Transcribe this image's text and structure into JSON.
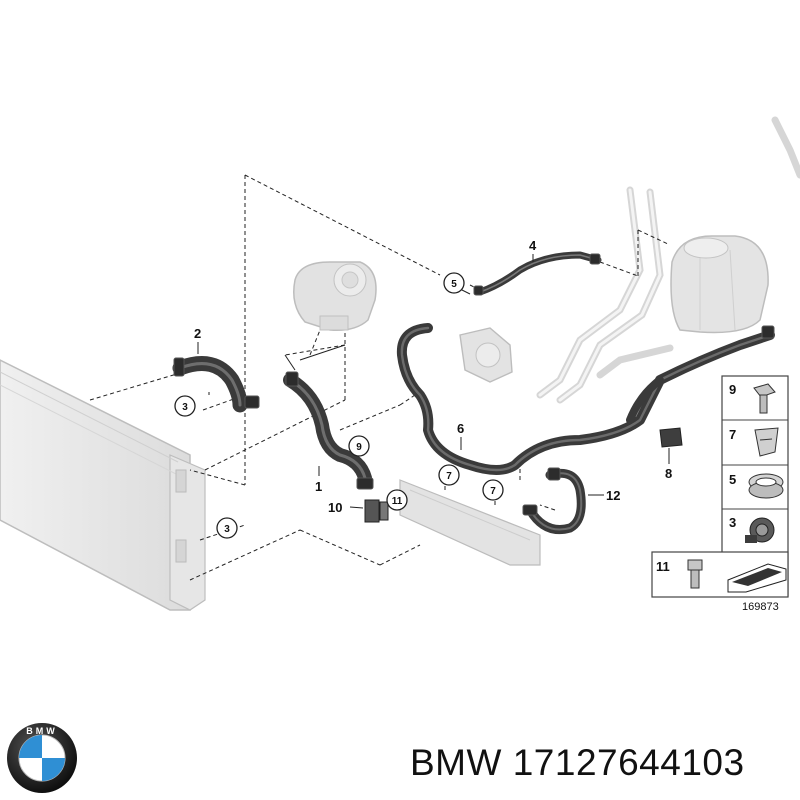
{
  "diagram": {
    "callouts_plain": [
      "1",
      "2",
      "4",
      "6",
      "8",
      "10",
      "12"
    ],
    "callouts_circled": [
      "3",
      "3",
      "5",
      "7",
      "7",
      "9",
      "11"
    ],
    "legend": [
      {
        "number": "9",
        "part": "bolt"
      },
      {
        "number": "7",
        "part": "clip"
      },
      {
        "number": "5",
        "part": "hose-clamp"
      },
      {
        "number": "3",
        "part": "quick-connector"
      },
      {
        "number": "11",
        "part": "screw"
      }
    ],
    "diagram_number": "169873"
  },
  "brand": {
    "name": "BMW",
    "part_number": "17127644103",
    "logo_letters": "BMW"
  },
  "colors": {
    "hose": "#3a3a3a",
    "hose_highlight": "#6e6e6e",
    "ghost_part": "#d8d8d8",
    "ghost_outline": "#b9b9b9",
    "leader": "#222222",
    "logo_blue": "#2f8fd4",
    "logo_ring": "#111111"
  }
}
